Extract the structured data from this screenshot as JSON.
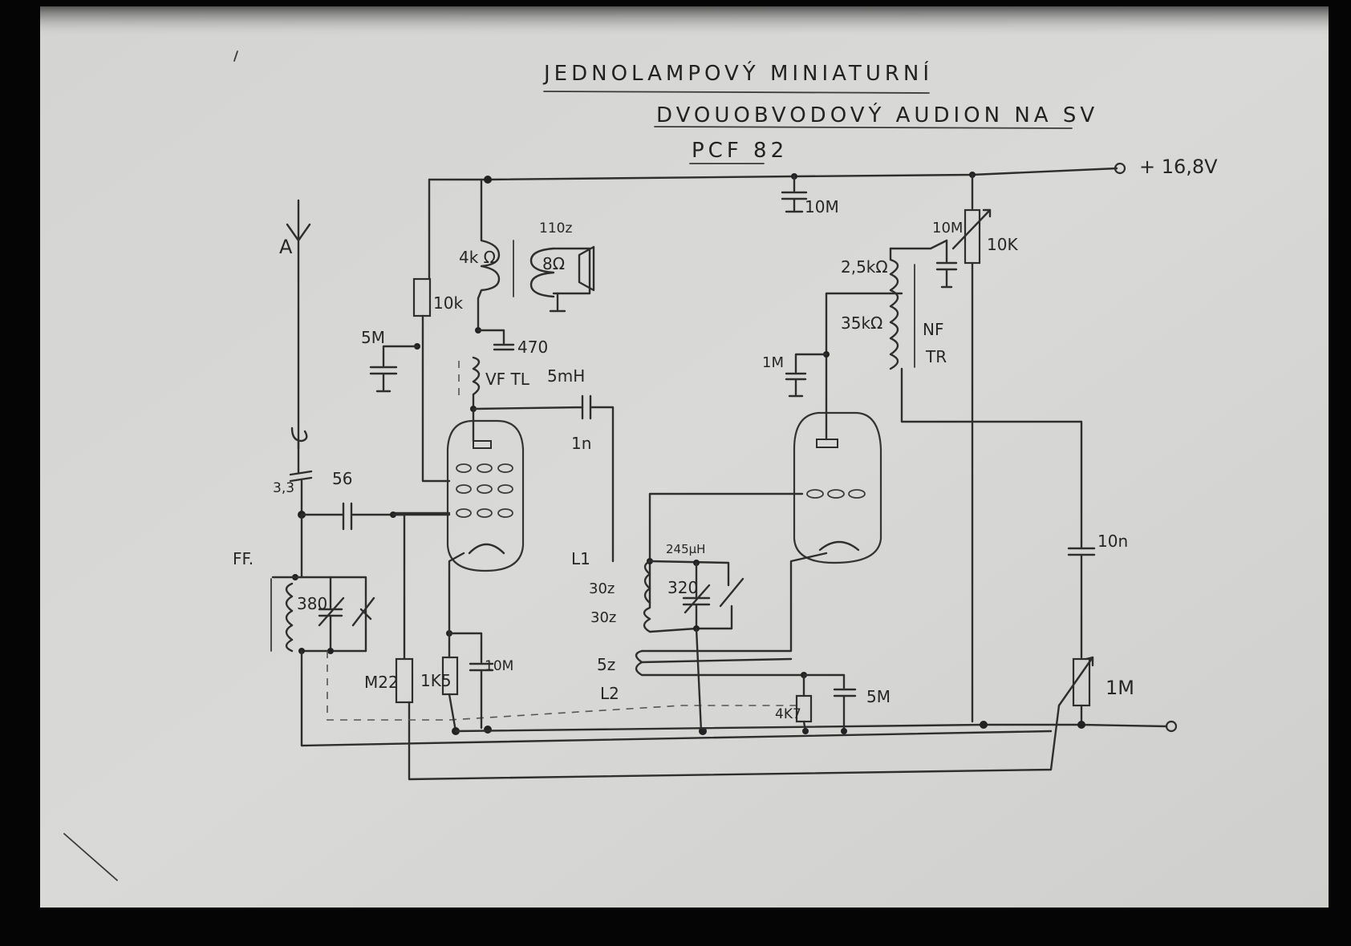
{
  "title": {
    "line1": "JEDNOLAMPOVÝ   MINIATURNÍ",
    "line2": "DVOUOBVODOVÝ   AUDION  NA  SV",
    "tube": "PCF 82"
  },
  "supply": "+ 16,8V",
  "labels": {
    "antenna": "A",
    "c_10M_top": "10M",
    "c_10M_pot": "10M",
    "pot_10k": "10K",
    "c_5M_left": "5M",
    "r_10k": "10k",
    "coil_4k": "4k Ω",
    "turns_110": "110z",
    "speaker_8": "8Ω",
    "c_470": "470",
    "vf_tl": "VF TL",
    "vf_5mh": "5mH",
    "c_1n": "1n",
    "trafo_25k": "2,5kΩ",
    "trafo_35k": "35kΩ",
    "nf": "NF",
    "tr": "TR",
    "c_1M_nf": "1M",
    "c_33": "3,3",
    "c_56": "56",
    "ff": "FF.",
    "c_380": "380",
    "r_M22": "M22",
    "r_1k5": "1K5",
    "c_10M_cath": "10M",
    "l1": "L1",
    "l1_30a": "30z",
    "l1_30b": "30z",
    "l1_245": "245μH",
    "c_320": "320",
    "l2_5": "5z",
    "l2": "L2",
    "r_4k7": "4K7",
    "c_5M_bottom": "5M",
    "c_10n": "10n",
    "pot_1M": "1M"
  }
}
